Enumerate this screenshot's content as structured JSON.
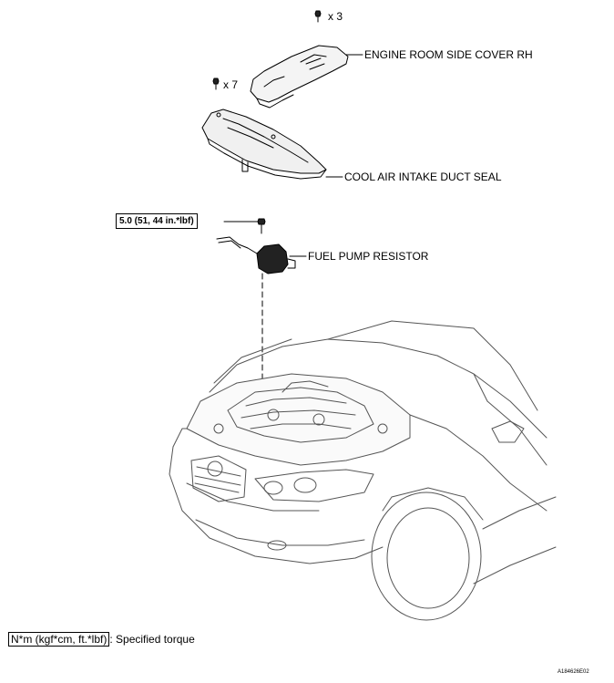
{
  "parts": {
    "engine_room_side_cover": "ENGINE ROOM SIDE COVER RH",
    "cool_air_intake_duct_seal": "COOL AIR INTAKE DUCT SEAL",
    "fuel_pump_resistor": "FUEL PUMP RESISTOR"
  },
  "quantities": {
    "cover_clips": "x 3",
    "seal_clips": "x 7"
  },
  "torque": {
    "resistor_bolt": "5.0 (51, 44 in.*lbf)"
  },
  "legend": {
    "unit_box": "N*m (kgf*cm, ft.*lbf)",
    "description": ": Specified torque"
  },
  "figure_id": "A184626E02"
}
